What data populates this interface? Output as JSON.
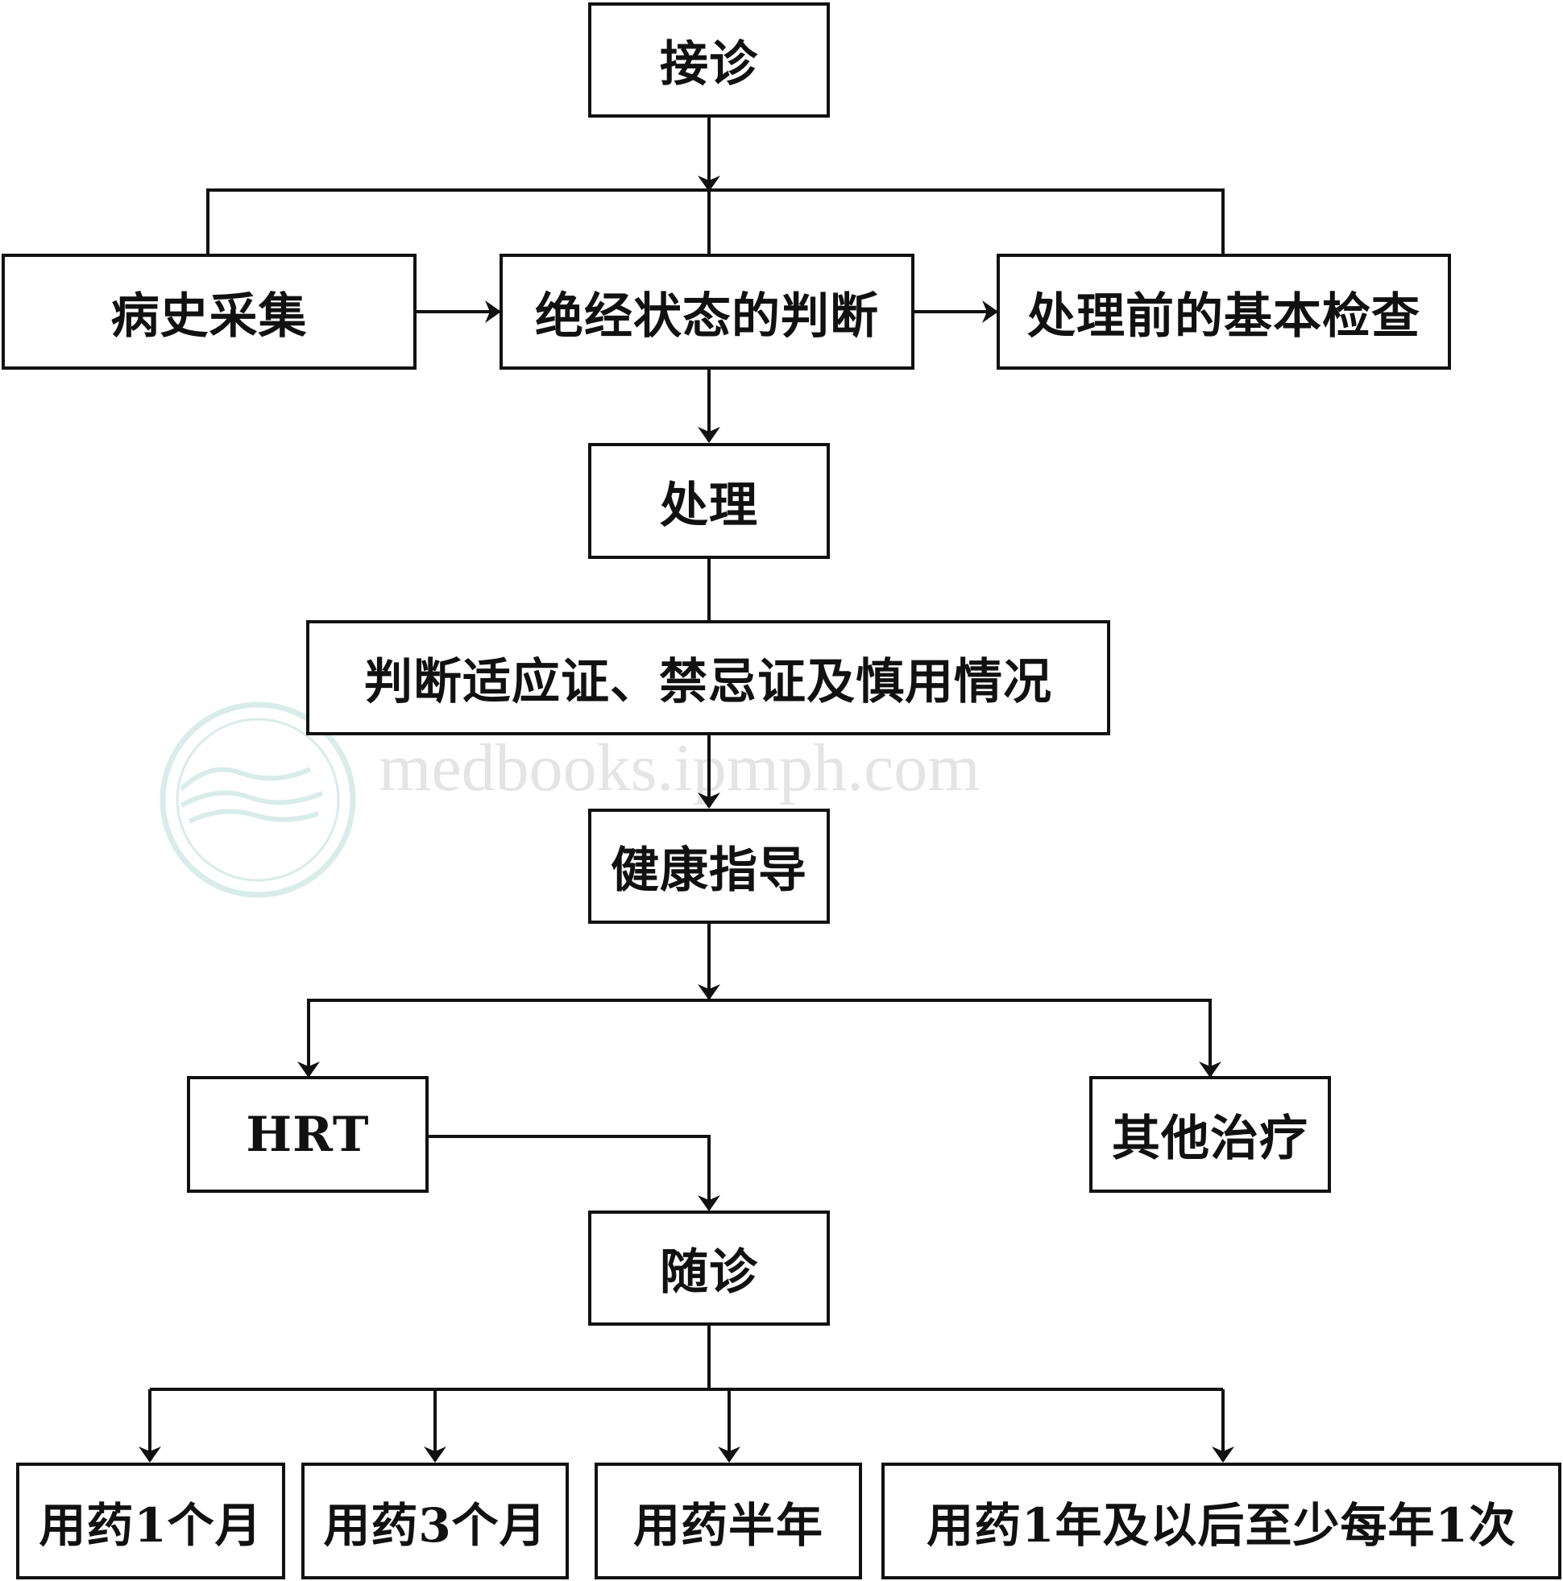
{
  "diagram": {
    "nodes": {
      "intake": "接诊",
      "history": "病史采集",
      "menopause_status": "绝经状态的判断",
      "pretreatment_exam": "处理前的基本检查",
      "treatment": "处理",
      "indications": "判断适应证、禁忌证及慎用情况",
      "health_guidance": "健康指导",
      "hrt": "HRT",
      "other_treatment": "其他治疗",
      "follow_up": "随诊",
      "month1": "用药1个月",
      "month3": "用药3个月",
      "half_year": "用药半年",
      "year1": "用药1年及以后至少每年1次"
    },
    "colors": {
      "line": "#111111",
      "watermark": "#d8ecea"
    }
  },
  "watermark": {
    "text": "medbooks.ipmph.com"
  }
}
